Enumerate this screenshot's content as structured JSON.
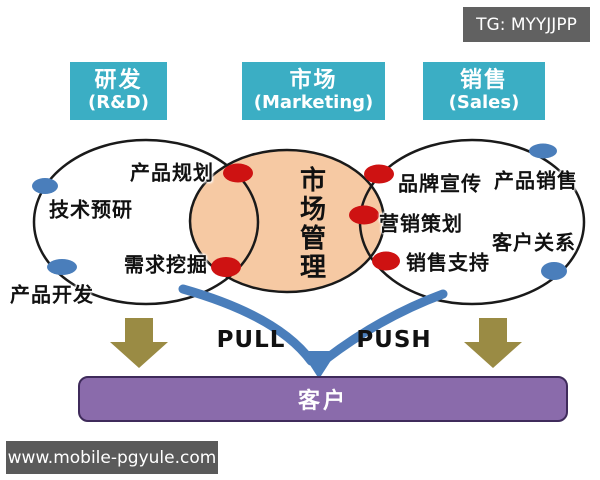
{
  "watermarks": {
    "tg": "TG: MYYJJPP",
    "site": "www.mobile-pgyule.com"
  },
  "top_boxes": [
    {
      "zh": "研发",
      "en": "(R&D)"
    },
    {
      "zh": "市场",
      "en": "(Marketing)"
    },
    {
      "zh": "销售",
      "en": "(Sales)"
    }
  ],
  "venn": {
    "left_circle": {
      "labels": {
        "top": "产品规划",
        "left": "技术预研",
        "bottom": "需求挖掘"
      },
      "outside_label": "产品开发"
    },
    "center_circle": {
      "label": "市场管理"
    },
    "right_circle": {
      "labels": {
        "top": "品牌宣传",
        "middle": "营销策划",
        "bottom": "销售支持",
        "right_top": "产品销售",
        "right_bottom": "客户关系"
      }
    }
  },
  "flow": {
    "pull": "PULL",
    "push": "PUSH"
  },
  "customer_bar": {
    "label": "客户"
  },
  "colors": {
    "box_teal": "#3BAEC4",
    "circle_peach": "#F6C9A3",
    "circle_stroke": "#1A1A1A",
    "accent_red": "#CE1212",
    "accent_blue": "#4A7EBB",
    "arrow_olive": "#9A8B44",
    "customer_purple": "#8A6BAB",
    "customer_border": "#3F2B5B",
    "watermark_gray": "#616161",
    "text_black": "#111111",
    "text_white": "#FFFFFF"
  }
}
